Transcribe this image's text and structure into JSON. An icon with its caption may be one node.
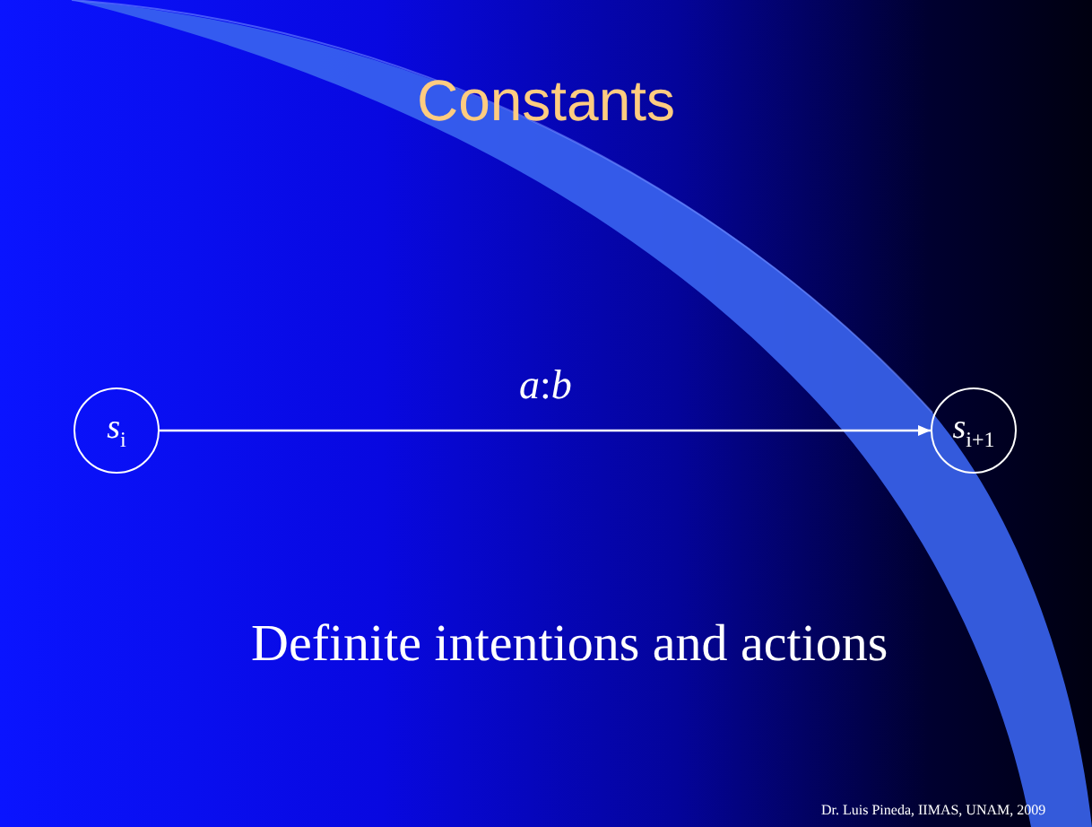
{
  "diagram": {
    "title": "Constants",
    "nodes": [
      {
        "text": [
          "*s*$_{i}$"
        ]
      },
      {
        "text": [
          "*s*$_{i+1}$"
        ]
      }
    ],
    "edges": [
      {
        "from": 0,
        "to": 1,
        "arrow": "to",
        "label": "*a*:*b*"
      }
    ],
    "labels": [
      "Definite intentions and actions",
      "Dr. Luis Pineda, IIMAS, UNAM, 2009"
    ]
  }
}
